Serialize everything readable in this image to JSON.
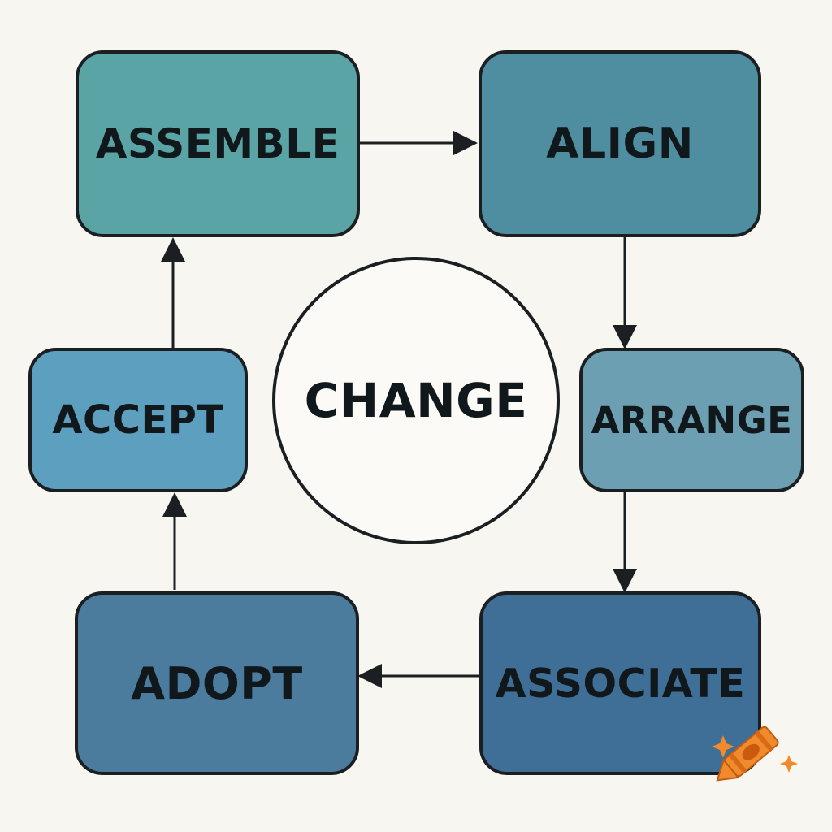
{
  "diagram": {
    "center": {
      "label": "CHANGE"
    },
    "nodes": [
      {
        "label": "ASSEMBLE",
        "color": "#5aa4a6"
      },
      {
        "label": "ALIGN",
        "color": "#4f8da1"
      },
      {
        "label": "ARRANGE",
        "color": "#6c9fb1"
      },
      {
        "label": "ASSOCIATE",
        "color": "#3f6f96"
      },
      {
        "label": "ADOPT",
        "color": "#4b7c9e"
      },
      {
        "label": "ACCEPT",
        "color": "#5d9fbe"
      }
    ],
    "edges": [
      {
        "from": "ASSEMBLE",
        "to": "ALIGN"
      },
      {
        "from": "ALIGN",
        "to": "ARRANGE"
      },
      {
        "from": "ARRANGE",
        "to": "ASSOCIATE"
      },
      {
        "from": "ASSOCIATE",
        "to": "ADOPT"
      },
      {
        "from": "ADOPT",
        "to": "ACCEPT"
      },
      {
        "from": "ACCEPT",
        "to": "ASSEMBLE"
      }
    ]
  },
  "watermark": {
    "icon": "crayon-icon",
    "color": "#f08a2a"
  }
}
